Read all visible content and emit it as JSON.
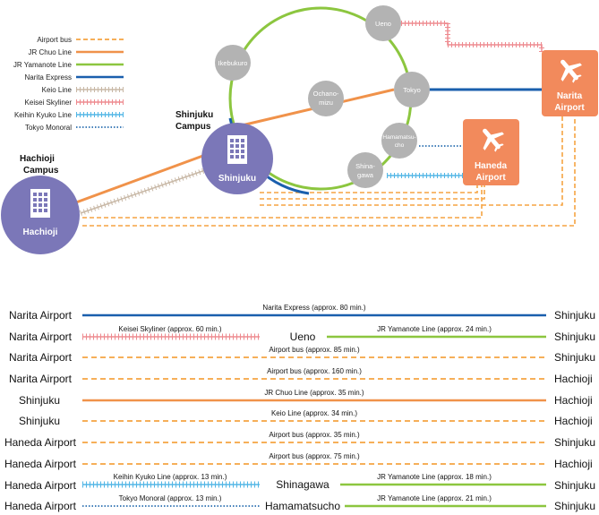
{
  "legend": [
    {
      "label": "Airport bus",
      "color": "#f5a442",
      "style": "dashed"
    },
    {
      "label": "JR Chuo Line",
      "color": "#f0924a",
      "style": "solid"
    },
    {
      "label": "JR Yamanote Line",
      "color": "#8cc63f",
      "style": "solid"
    },
    {
      "label": "Narita Express",
      "color": "#1a5fad",
      "style": "solid"
    },
    {
      "label": "Keio Line",
      "color": "#c8b8a6",
      "style": "hatched"
    },
    {
      "label": "Keisei Skyliner",
      "color": "#ee8a8f",
      "style": "hatched"
    },
    {
      "label": "Keihin Kyuko Line",
      "color": "#52b6e5",
      "style": "hatched"
    },
    {
      "label": "Tokyo Monoral",
      "color": "#2a6fb0",
      "style": "dotted"
    }
  ],
  "map": {
    "stations": {
      "ueno": "Ueno",
      "ikebukuro": "Ikebukuro",
      "ochanomizu_1": "Ochano-",
      "ochanomizu_2": "mizu",
      "tokyo": "Tokyo",
      "hamamatsucho_1": "Hamamatsu-",
      "hamamatsucho_2": "cho",
      "shinagawa_1": "Shina-",
      "shinagawa_2": "gawa"
    },
    "shinjuku_campus_1": "Shinjuku",
    "shinjuku_campus_2": "Campus",
    "shinjuku_label": "Shinjuku",
    "hachioji_campus_1": "Hachioji",
    "hachioji_campus_2": "Campus",
    "hachioji_label": "Hachioji",
    "narita_1": "Narita",
    "narita_2": "Airport",
    "haneda_1": "Haneda",
    "haneda_2": "Airport"
  },
  "routes": [
    {
      "from": "Narita Airport",
      "to": "Shinjuku",
      "segments": [
        {
          "label": "Narita Express (approx. 80 min.)",
          "line": "Narita Express"
        }
      ]
    },
    {
      "from": "Narita Airport",
      "to": "Shinjuku",
      "via": "Ueno",
      "segments": [
        {
          "label": "Keisei Skyliner (approx. 60 min.)",
          "line": "Keisei Skyliner"
        },
        {
          "label": "JR Yamanote Line (approx. 24 min.)",
          "line": "JR Yamanote Line"
        }
      ]
    },
    {
      "from": "Narita Airport",
      "to": "Shinjuku",
      "segments": [
        {
          "label": "Airport bus (approx. 85 min.)",
          "line": "Airport bus"
        }
      ]
    },
    {
      "from": "Narita Airport",
      "to": "Hachioji",
      "segments": [
        {
          "label": "Airport bus (approx. 160 min.)",
          "line": "Airport bus"
        }
      ]
    },
    {
      "from": "Shinjuku",
      "to": "Hachioji",
      "segments": [
        {
          "label": "JR Chuo Line (approx. 35 min.)",
          "line": "JR Chuo Line"
        }
      ]
    },
    {
      "from": "Shinjuku",
      "to": "Hachioji",
      "segments": [
        {
          "label": "Keio Line (approx. 34 min.)",
          "line": "Keio Line"
        }
      ]
    },
    {
      "from": "Haneda Airport",
      "to": "Shinjuku",
      "segments": [
        {
          "label": "Airport bus (approx. 35 min.)",
          "line": "Airport bus"
        }
      ]
    },
    {
      "from": "Haneda Airport",
      "to": "Hachioji",
      "segments": [
        {
          "label": "Airport bus (approx. 75 min.)",
          "line": "Airport bus"
        }
      ]
    },
    {
      "from": "Haneda Airport",
      "to": "Shinjuku",
      "via": "Shinagawa",
      "segments": [
        {
          "label": "Keihin Kyuko Line (approx. 13 min.)",
          "line": "Keihin Kyuko Line"
        },
        {
          "label": "JR Yamanote Line (approx. 18 min.)",
          "line": "JR Yamanote Line"
        }
      ]
    },
    {
      "from": "Haneda Airport",
      "to": "Shinjuku",
      "via": "Hamamatsucho",
      "segments": [
        {
          "label": "Tokyo Monoral (approx. 13 min.)",
          "line": "Tokyo Monoral"
        },
        {
          "label": "JR Yamanote Line (approx. 21 min.)",
          "line": "JR Yamanote Line"
        }
      ]
    }
  ]
}
